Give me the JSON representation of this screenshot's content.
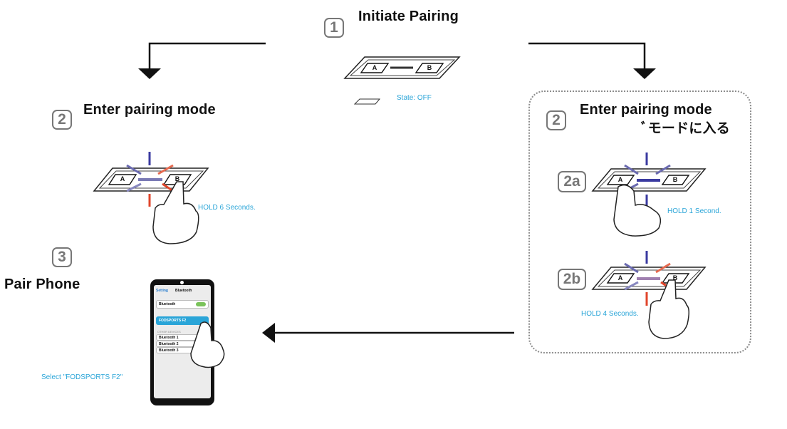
{
  "step1": {
    "number": "1",
    "title": "Initiate Pairing",
    "state_label": "State: OFF"
  },
  "step2_left": {
    "number": "2",
    "title": "Enter pairing mode",
    "caption": "HOLD 6 Seconds."
  },
  "step2_right": {
    "number": "2",
    "title": "Enter pairing mode",
    "title_jp": "ﾞモードに入る",
    "sub_a": {
      "label": "2a",
      "caption": "HOLD 1 Second."
    },
    "sub_b": {
      "label": "2b",
      "caption": "HOLD 4 Seconds."
    }
  },
  "step3": {
    "number": "3",
    "title": "Pair Phone",
    "caption": "Select \"FODSPORTS  F2\""
  },
  "device": {
    "button_a": "A",
    "button_b": "B"
  },
  "phone": {
    "back": "Setting",
    "header": "Bluetooth",
    "toggle_label": "Bluetooth",
    "selected": "FODSPORTS  F2",
    "section": "OTHER DEVICES",
    "others": [
      "Bluetooth  1",
      "Bluetooth  2",
      "Bluetooth  3"
    ]
  },
  "colors": {
    "accent": "#2aa5d8",
    "red": "#e0452b",
    "blue": "#3a3aa0",
    "gray": "#777777"
  }
}
